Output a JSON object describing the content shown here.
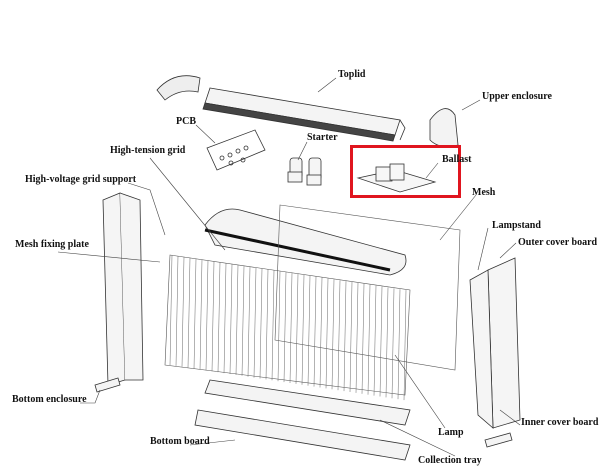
{
  "labels": {
    "toplid": "Toplid",
    "upper_enclosure": "Upper enclosure",
    "pcb": "PCB",
    "starter": "Starter",
    "high_tension_grid": "High-tension grid",
    "ballast": "Ballast",
    "high_voltage_grid_support": "High-voltage grid support",
    "mesh": "Mesh",
    "lampstand": "Lampstand",
    "outer_cover_board": "Outer cover board",
    "mesh_fixing_plate": "Mesh fixing plate",
    "bottom_enclosure": "Bottom enclosure",
    "bottom_board": "Bottom board",
    "lamp": "Lamp",
    "inner_cover_board": "Inner cover board",
    "collection_tray": "Collection tray"
  },
  "highlight": {
    "target": "ballast",
    "color": "#e0151f"
  }
}
